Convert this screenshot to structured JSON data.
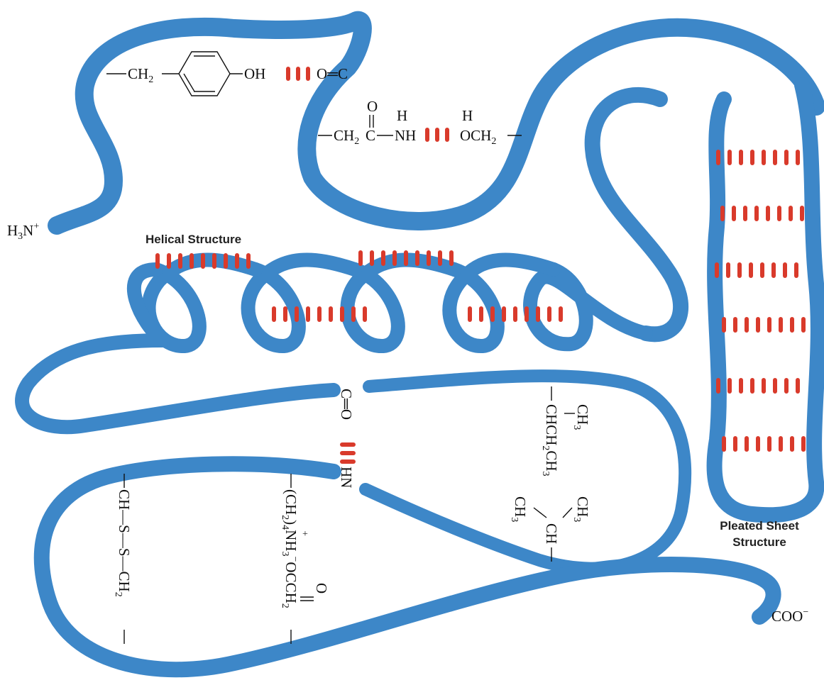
{
  "labels": {
    "helical": "Helical Structure",
    "pleated_line1": "Pleated Sheet",
    "pleated_line2": "Structure"
  },
  "termini": {
    "n_terminus": "H",
    "n_sub": "3",
    "n_tail": "N",
    "n_charge": "+",
    "c_terminus": "COO",
    "c_charge": "−"
  },
  "interactions": {
    "tyr_ch2": "CH",
    "tyr_ch2_sub": "2",
    "tyr_oh": "OH",
    "tyr_partner": "O═C",
    "amide_o": "O",
    "amide_h": "H",
    "amide_left": "CH",
    "amide_left_sub": "2",
    "amide_c": "C",
    "amide_nh": "NH",
    "ser_h": "H",
    "ser_och": "OCH",
    "ser_sub": "2",
    "backbone_co": "C═O",
    "backbone_hn": "HN",
    "disulfide": "CH—S—S—CH",
    "disulfide_sub": "2",
    "lys_a": "(CH",
    "lys_a_sub": "2",
    "lys_b": ")",
    "lys_b_sub": "4",
    "lys_nh": "NH",
    "lys_nh_sub": "3",
    "lys_plus": "+",
    "lys_minus": "−",
    "asp_o": "O",
    "asp_occh": "OCCH",
    "asp_sub": "2",
    "ile_ch3": "CH",
    "ile_ch3_sub": "3",
    "ile_chain": "CHCH",
    "ile_chain_sub": "2",
    "ile_chain_tail": "CH",
    "ile_chain_tail_sub": "3",
    "leu_ch3_left": "CH",
    "leu_ch3_left_sub": "3",
    "leu_ch3_right": "CH",
    "leu_ch3_right_sub": "3",
    "leu_ch": "CH"
  },
  "colors": {
    "ribbon": "#3d87c8",
    "ribbon_edge": "#2a6aa6",
    "hydrogen_bond": "#d93a2b"
  }
}
